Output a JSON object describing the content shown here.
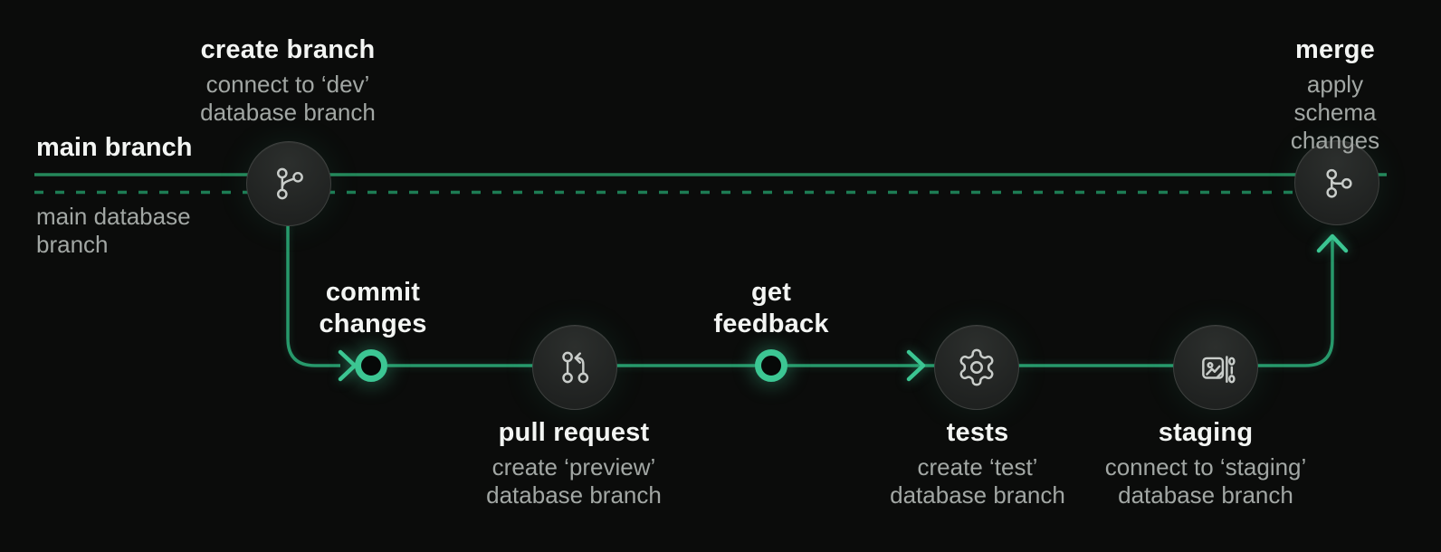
{
  "colors": {
    "background": "#0b0c0b",
    "main_line_green": "#24875a",
    "feature_line_green": "#27996b",
    "dashed_line_green": "#1d7c54",
    "accent_green": "#3cc693",
    "node_fill": "#232524",
    "node_border": "#3e413f",
    "icon_stroke": "#c9cdca",
    "title_text": "#f3f5f3",
    "subtitle_text": "#a2a7a4"
  },
  "tracks": {
    "main_branch": {
      "label": "main branch",
      "style": "solid"
    },
    "main_database_branch": {
      "label": "main database\nbranch",
      "style": "dashed"
    }
  },
  "steps": [
    {
      "id": "create-branch",
      "title": "create branch",
      "subtitle": "connect to ‘dev’\ndatabase branch",
      "icon": "git-branch-icon"
    },
    {
      "id": "commit-changes",
      "title": "commit\nchanges",
      "subtitle": "",
      "icon": "commit-ring"
    },
    {
      "id": "pull-request",
      "title": "pull request",
      "subtitle": "create ‘preview’\ndatabase branch",
      "icon": "git-pull-request-icon"
    },
    {
      "id": "get-feedback",
      "title": "get\nfeedback",
      "subtitle": "",
      "icon": "commit-ring"
    },
    {
      "id": "tests",
      "title": "tests",
      "subtitle": "create ‘test’\ndatabase branch",
      "icon": "gear-icon"
    },
    {
      "id": "staging",
      "title": "staging",
      "subtitle": "connect to ‘staging’\ndatabase branch",
      "icon": "image-to-data-icon"
    },
    {
      "id": "merge",
      "title": "merge",
      "subtitle": "apply schema\nchanges",
      "icon": "git-merge-icon"
    }
  ]
}
